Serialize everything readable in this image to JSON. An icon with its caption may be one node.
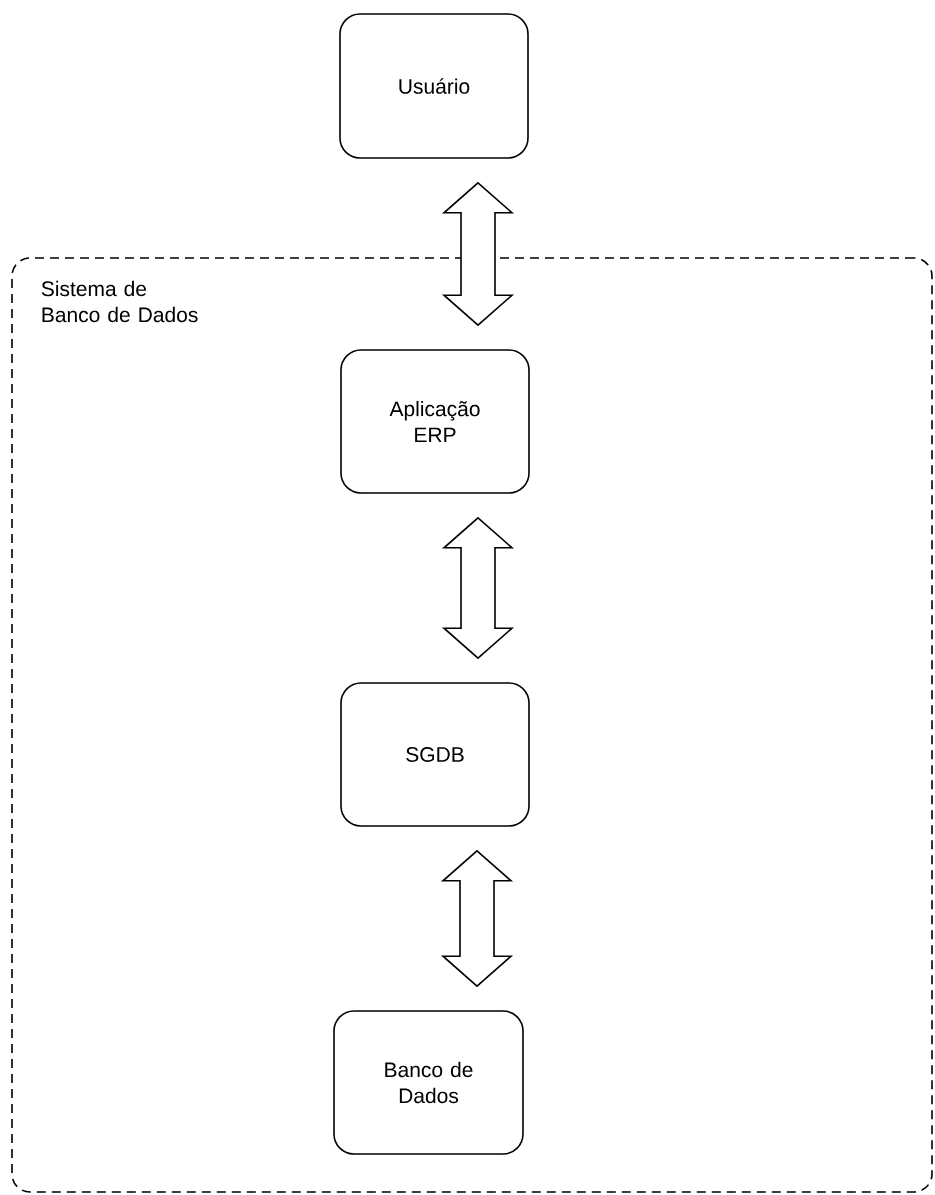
{
  "diagram": {
    "nodes": [
      {
        "text": [
          "Sistema de Banco de Dados"
        ]
      },
      {
        "text": [
          "Usuário"
        ]
      },
      {
        "text": [
          "Aplicação ERP"
        ],
        "in": 0
      },
      {
        "text": [
          "SGDB"
        ],
        "in": 0
      },
      {
        "text": [
          "Banco de Dados"
        ],
        "in": 0
      }
    ],
    "edges": [
      {
        "from": 1,
        "to": 2,
        "arrow": "both"
      },
      {
        "from": 2,
        "to": 3,
        "arrow": "both"
      },
      {
        "from": 3,
        "to": 4,
        "arrow": "both"
      }
    ]
  }
}
